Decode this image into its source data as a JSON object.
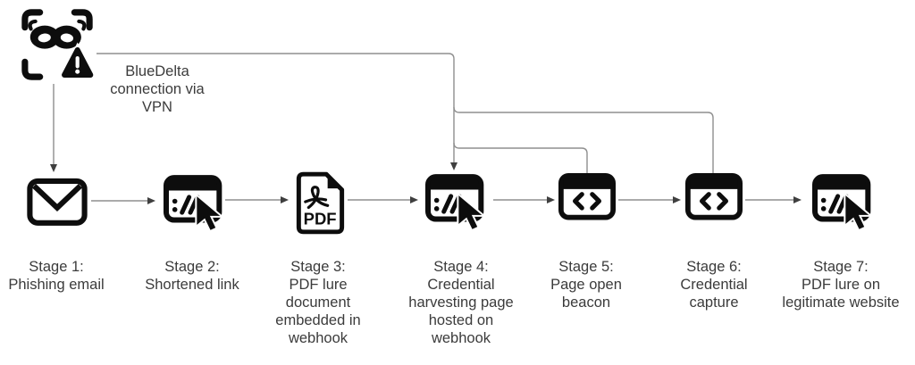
{
  "background": "#ffffff",
  "colors": {
    "icon": "#0d0d0d",
    "line": "#8f8f8f",
    "arrowhead": "#3f3f3f",
    "text": "#3b3b3b"
  },
  "actor": {
    "icon": "masked-threat-actor-icon",
    "label": "BlueDelta\nconnection via\nVPN"
  },
  "stages": [
    {
      "name": "stage-1",
      "icon": "envelope-icon",
      "label": "Stage 1:\nPhishing email"
    },
    {
      "name": "stage-2",
      "icon": "browser-url-cursor-icon",
      "label": "Stage 2:\nShortened link"
    },
    {
      "name": "stage-3",
      "icon": "pdf-file-icon",
      "icon_text": "PDF",
      "label": "Stage 3:\nPDF lure\ndocument\nembedded in\nwebhook"
    },
    {
      "name": "stage-4",
      "icon": "browser-url-cursor-icon",
      "label": "Stage 4:\nCredential\nharvesting page\nhosted on\nwebhook"
    },
    {
      "name": "stage-5",
      "icon": "code-window-icon",
      "label": "Stage 5:\nPage open\nbeacon"
    },
    {
      "name": "stage-6",
      "icon": "code-window-icon",
      "label": "Stage 6:\nCredential\ncapture"
    },
    {
      "name": "stage-7",
      "icon": "browser-url-cursor-icon",
      "label": "Stage 7:\nPDF lure on\nlegitimate website"
    }
  ],
  "connectors": [
    {
      "from": "threat-actor",
      "to": "stage-1",
      "arrow": true
    },
    {
      "from": "threat-actor",
      "to": "stage-4",
      "arrow": true
    },
    {
      "from": "threat-actor-line",
      "to": "stage-5",
      "arrow": false
    },
    {
      "from": "threat-actor-line",
      "to": "stage-6",
      "arrow": false
    },
    {
      "from": "stage-1",
      "to": "stage-2",
      "arrow": true
    },
    {
      "from": "stage-2",
      "to": "stage-3",
      "arrow": true
    },
    {
      "from": "stage-3",
      "to": "stage-4",
      "arrow": true
    },
    {
      "from": "stage-4",
      "to": "stage-5",
      "arrow": true
    },
    {
      "from": "stage-5",
      "to": "stage-6",
      "arrow": true
    },
    {
      "from": "stage-6",
      "to": "stage-7",
      "arrow": true
    }
  ]
}
